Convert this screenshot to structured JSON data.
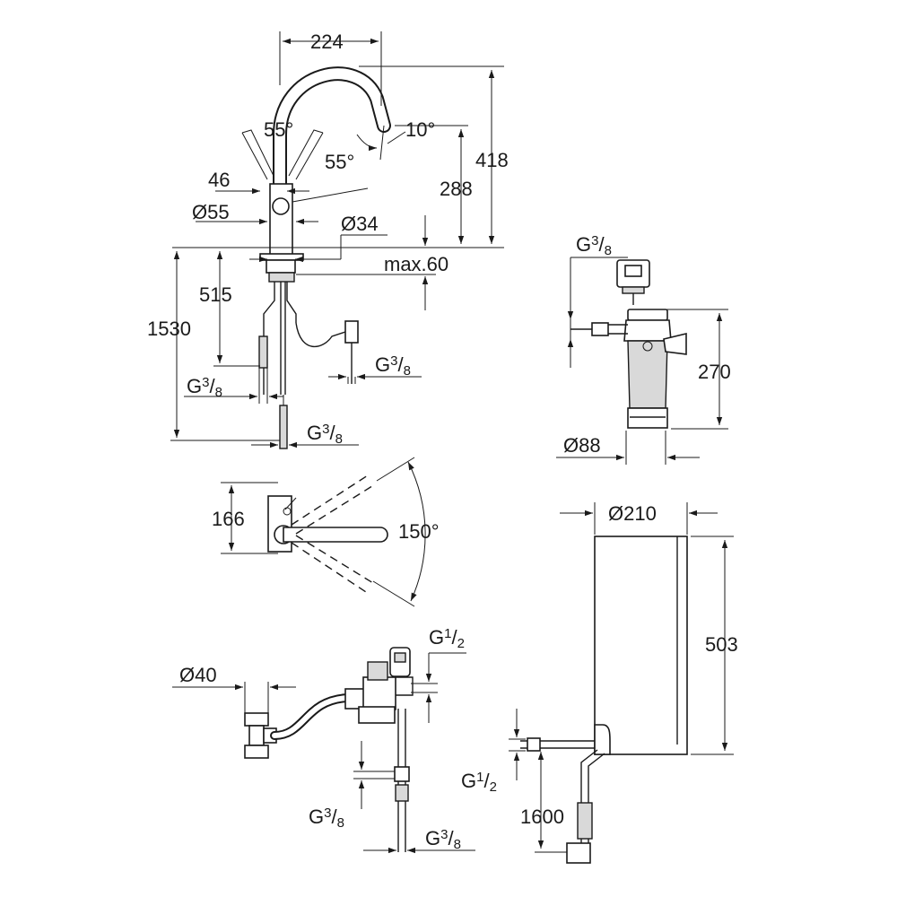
{
  "dimensions": {
    "spout_reach": "224",
    "swivel_left": "55°",
    "swivel_right": "55°",
    "spout_tilt": "10°",
    "total_height": "418",
    "spout_height": "288",
    "lever_offset": "46",
    "body_diameter": "Ø55",
    "hole_diameter": "Ø34",
    "max_deck": "max.60",
    "hose_length": "1530",
    "hose_short": "515",
    "thread_a_base": "G",
    "thread_a_num": "3",
    "thread_a_den": "8",
    "thread_b_base": "G",
    "thread_b_num": "3",
    "thread_b_den": "8",
    "thread_c_base": "G",
    "thread_c_num": "3",
    "thread_c_den": "8",
    "top_view_depth": "166",
    "rotation_angle": "150°",
    "filter_thread_base": "G",
    "filter_thread_num": "3",
    "filter_thread_den": "8",
    "filter_height": "270",
    "filter_diameter": "Ø88",
    "boiler_diameter": "Ø210",
    "boiler_height": "503",
    "boiler_thread_base": "G",
    "boiler_thread_num": "1",
    "boiler_thread_den": "2",
    "cable_length": "1600",
    "drain_diameter": "Ø40",
    "valve_thread_base": "G",
    "valve_thread_num": "1",
    "valve_thread_den": "2",
    "valve_thread_b_base": "G",
    "valve_thread_b_num": "3",
    "valve_thread_b_den": "8",
    "valve_thread_c_base": "G",
    "valve_thread_c_num": "3",
    "valve_thread_c_den": "8"
  },
  "colors": {
    "line": "#1a1a1a",
    "fill_grey": "#d9d9d9",
    "background": "#ffffff"
  }
}
